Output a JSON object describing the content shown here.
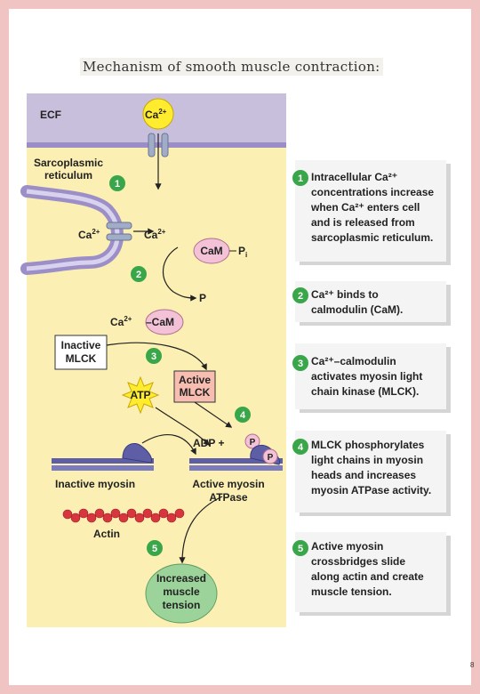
{
  "page": {
    "title": "Mechanism of smooth muscle contraction:",
    "page_number": "8"
  },
  "diagram": {
    "ecf": "ECF",
    "ca_ion": "Ca",
    "ca_charge": "2+",
    "sarcoplasmic_reticulum": [
      "Sarcoplasmic",
      "reticulum"
    ],
    "cam": "CaM",
    "pi": "P",
    "pi_sub": "i",
    "p": "P",
    "ca_cam_complex": "Ca",
    "ca_cam_suffix": "–CaM",
    "inactive_mlck": [
      "Inactive",
      "MLCK"
    ],
    "active_mlck": [
      "Active",
      "MLCK"
    ],
    "atp": "ATP",
    "adp": "ADP +",
    "p_circle": "P",
    "inactive_myosin": "Inactive myosin",
    "active_myosin": [
      "Active myosin",
      "ATPase"
    ],
    "actin": "Actin",
    "increased_tension": [
      "Increased",
      "muscle",
      "tension"
    ],
    "step_numbers": [
      "1",
      "2",
      "3",
      "4",
      "5"
    ]
  },
  "steps": [
    {
      "number": "1",
      "lines": [
        "Intracellular Ca²⁺",
        "concentrations increase",
        "when Ca²⁺ enters cell",
        "and is released from",
        "sarcoplasmic reticulum."
      ]
    },
    {
      "number": "2",
      "lines": [
        "Ca²⁺ binds to",
        "calmodulin (CaM)."
      ]
    },
    {
      "number": "3",
      "lines": [
        "Ca²⁺–calmodulin",
        "activates myosin light",
        "chain kinase (MLCK)."
      ]
    },
    {
      "number": "4",
      "lines": [
        "MLCK phosphorylates",
        "light chains in myosin",
        "heads and increases",
        "myosin ATPase activity."
      ]
    },
    {
      "number": "5",
      "lines": [
        "Active myosin",
        "crossbridges slide",
        "along actin and create",
        "muscle tension."
      ]
    }
  ],
  "colors": {
    "cytoplasm": "#fbefb4",
    "ecf": "#c8bfdd",
    "membrane": "#9b8ec6",
    "step_circle": "#3aa64a",
    "ca_yellow": "#ffec2e",
    "cam_pink": "#f3c2d6",
    "tension_green": "#9cd39b",
    "actin_red": "#d8363e",
    "myosin_blue": "#5d5ea6"
  }
}
